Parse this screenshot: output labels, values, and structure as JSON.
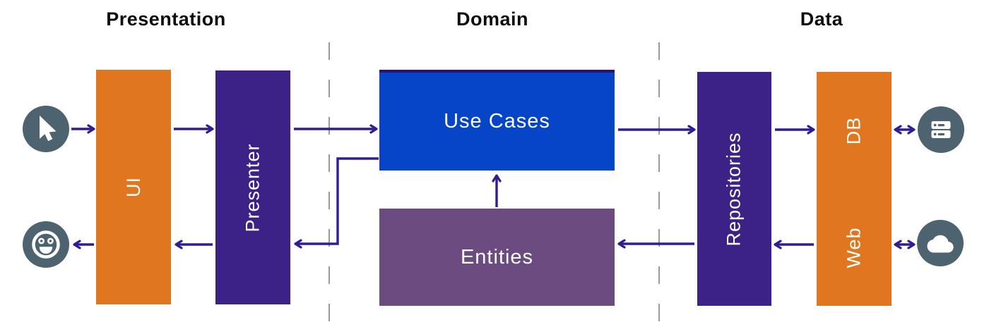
{
  "diagram": {
    "layers": {
      "presentation": {
        "title": "Presentation"
      },
      "domain": {
        "title": "Domain"
      },
      "data": {
        "title": "Data"
      }
    },
    "boxes": {
      "ui": {
        "label": "UI"
      },
      "presenter": {
        "label": "Presenter"
      },
      "use_cases": {
        "label": "Use Cases"
      },
      "entities": {
        "label": "Entities"
      },
      "repositories": {
        "label": "Repositories"
      },
      "db": {
        "label": "DB"
      },
      "web": {
        "label": "Web"
      }
    },
    "icons": {
      "left_top": "mouse-cursor",
      "left_bottom": "smiley-face",
      "right_top": "server-stack",
      "right_bottom": "cloud"
    },
    "colors": {
      "orange": "#E0761F",
      "indigo": "#3C2287",
      "blue": "#0644C8",
      "blue_top_border": "#2A1178",
      "muted_purple": "#6C4C80",
      "slate": "#4D6370",
      "arrow": "#2F1D94",
      "divider": "#9A9A9A",
      "heading": "#0D0D0D"
    }
  }
}
